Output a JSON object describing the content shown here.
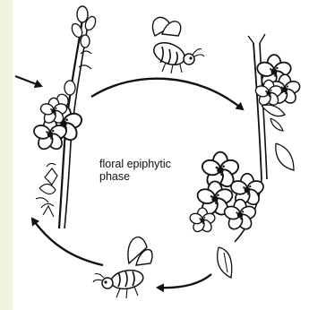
{
  "diagram": {
    "label_line1": "floral epiphytic",
    "label_line2": "phase"
  },
  "icons": [
    "branch-with-blossoms",
    "bee",
    "flower-cluster",
    "cycle-arrow"
  ],
  "colors": {
    "background": "#f1f6e6",
    "paper": "#ffffff",
    "ink": "#111111"
  }
}
